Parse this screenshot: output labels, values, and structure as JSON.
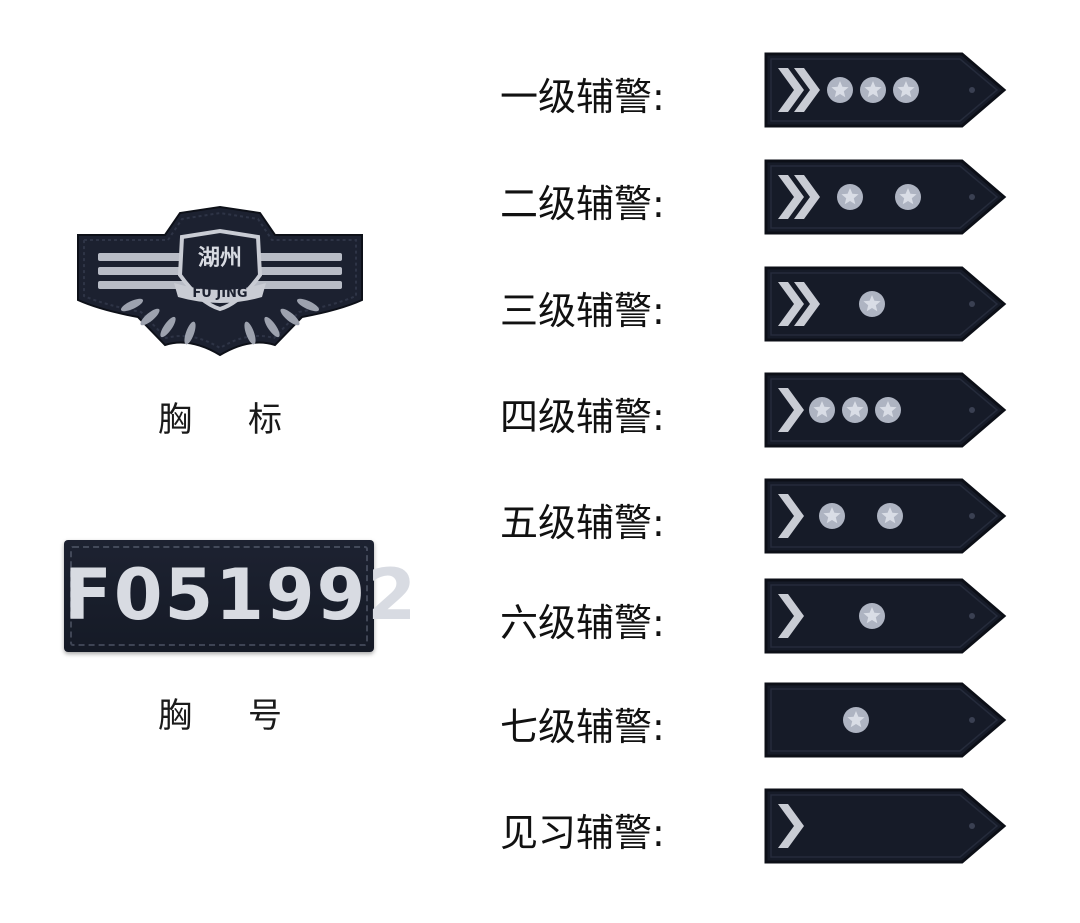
{
  "chest_badge": {
    "text_cn": "湖州",
    "text_en": "FU JING",
    "caption": [
      "胸",
      "标"
    ]
  },
  "chest_number": {
    "value": "F051992",
    "caption": [
      "胸",
      "号"
    ]
  },
  "ranks": [
    {
      "label": "一级辅警:",
      "chevrons": 2,
      "stars": 3
    },
    {
      "label": "二级辅警:",
      "chevrons": 2,
      "stars": 2
    },
    {
      "label": "三级辅警:",
      "chevrons": 2,
      "stars": 1
    },
    {
      "label": "四级辅警:",
      "chevrons": 1,
      "stars": 3
    },
    {
      "label": "五级辅警:",
      "chevrons": 1,
      "stars": 2
    },
    {
      "label": "六级辅警:",
      "chevrons": 1,
      "stars": 1
    },
    {
      "label": "七级辅警:",
      "chevrons": 0,
      "stars": 1
    },
    {
      "label": "见习辅警:",
      "chevrons": 1,
      "stars": 0
    }
  ],
  "colors": {
    "strap": "#161b28",
    "strap_edge": "#0c0f17",
    "emblem": "#c9ccd4",
    "star": "#aeb4c2"
  }
}
